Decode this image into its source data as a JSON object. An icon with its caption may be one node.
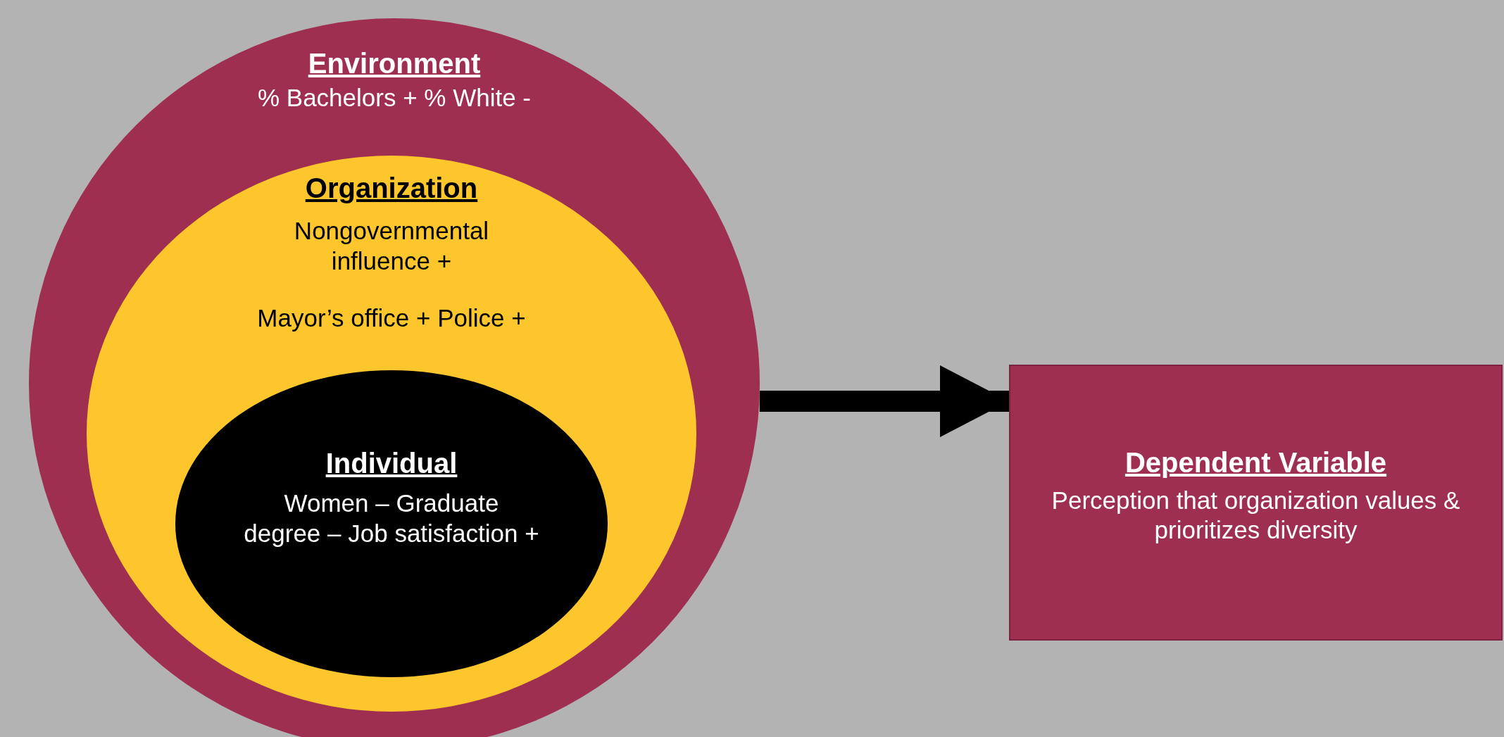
{
  "diagram": {
    "nodes": [
      {
        "text": [
          "Environment",
          "% Bachelors + % White -"
        ]
      },
      {
        "text": [
          "Organization",
          "Nongovernmental influence +",
          "Mayor’s office + Police +"
        ],
        "in": 0
      },
      {
        "text": [
          "Individual",
          "Women – Graduate degree – Job satisfaction +"
        ],
        "in": 1
      },
      {
        "text": [
          "Dependent Variable",
          "Perception that organization values & prioritizes diversity"
        ]
      }
    ],
    "edges": [
      {
        "from": 0,
        "to": 3,
        "arrow": "to"
      }
    ]
  }
}
